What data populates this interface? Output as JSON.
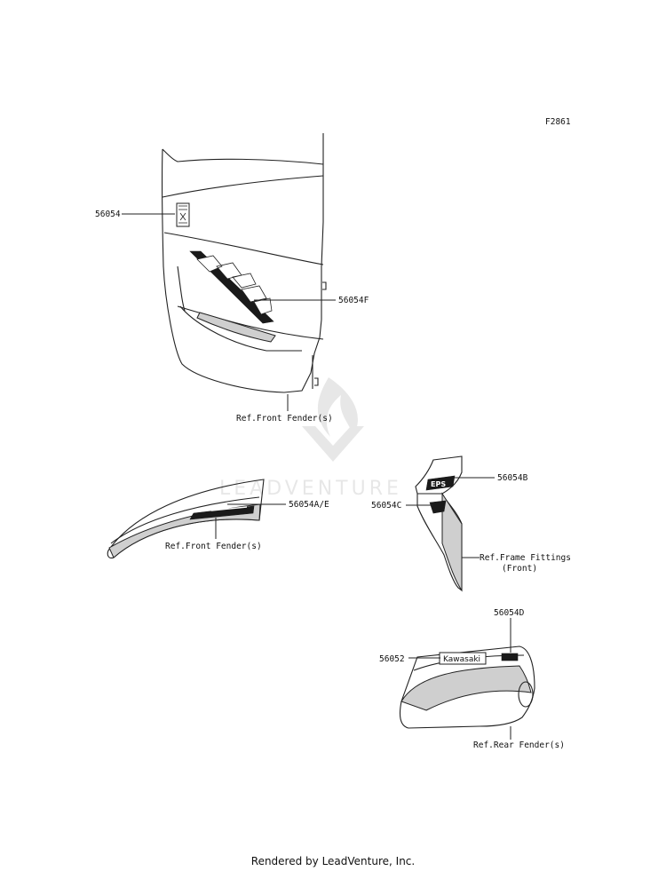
{
  "figure_code": "F2861",
  "callouts": {
    "c56054": "56054",
    "c56054F": "56054F",
    "ref_front_fender_1": "Ref.Front Fender(s)",
    "c56054AE": "56054A/E",
    "ref_front_fender_2": "Ref.Front Fender(s)",
    "c56054B": "56054B",
    "c56054C": "56054C",
    "ref_frame_fittings_1": "Ref.Frame Fittings",
    "ref_frame_fittings_2": "(Front)",
    "c56054D": "56054D",
    "c56052": "56052",
    "ref_rear_fender": "Ref.Rear Fender(s)"
  },
  "decals": {
    "kawasaki": "Kawasaki",
    "eps": "EPS"
  },
  "watermark": "LEADVENTURE",
  "footer": "Rendered by LeadVenture, Inc."
}
